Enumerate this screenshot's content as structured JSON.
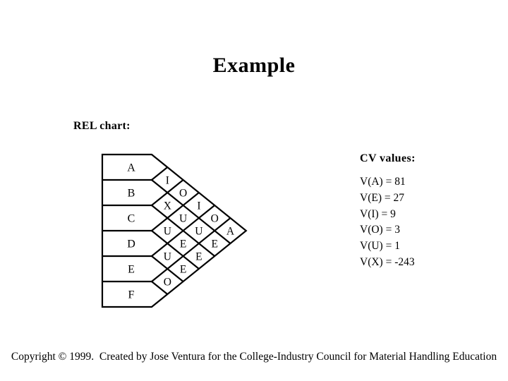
{
  "slide": {
    "title": "Example",
    "rel_chart": {
      "heading": "REL chart:",
      "departments": [
        "A",
        "B",
        "C",
        "D",
        "E",
        "F"
      ],
      "relationships": [
        {
          "pair": "A-B",
          "value": "I"
        },
        {
          "pair": "A-C",
          "value": "O"
        },
        {
          "pair": "A-D",
          "value": "I"
        },
        {
          "pair": "A-E",
          "value": "O"
        },
        {
          "pair": "A-F",
          "value": "A"
        },
        {
          "pair": "B-C",
          "value": "X"
        },
        {
          "pair": "B-D",
          "value": "U"
        },
        {
          "pair": "B-E",
          "value": "U"
        },
        {
          "pair": "B-F",
          "value": "E"
        },
        {
          "pair": "C-D",
          "value": "U"
        },
        {
          "pair": "C-E",
          "value": "E"
        },
        {
          "pair": "C-F",
          "value": "E"
        },
        {
          "pair": "D-E",
          "value": "U"
        },
        {
          "pair": "D-F",
          "value": "E"
        },
        {
          "pair": "E-F",
          "value": "O"
        }
      ]
    },
    "cv_values": {
      "heading": "CV values:",
      "items": [
        "V(A) = 81",
        "V(E) = 27",
        "V(I) = 9",
        "V(O) = 3",
        "V(U) = 1",
        "V(X) = -243"
      ]
    },
    "footer": "Copyright © 1999.  Created by Jose Ventura for the College-Industry Council for Material Handling Education"
  },
  "colors": {
    "background": "#ffffff",
    "line": "#000000",
    "text": "#000000"
  }
}
